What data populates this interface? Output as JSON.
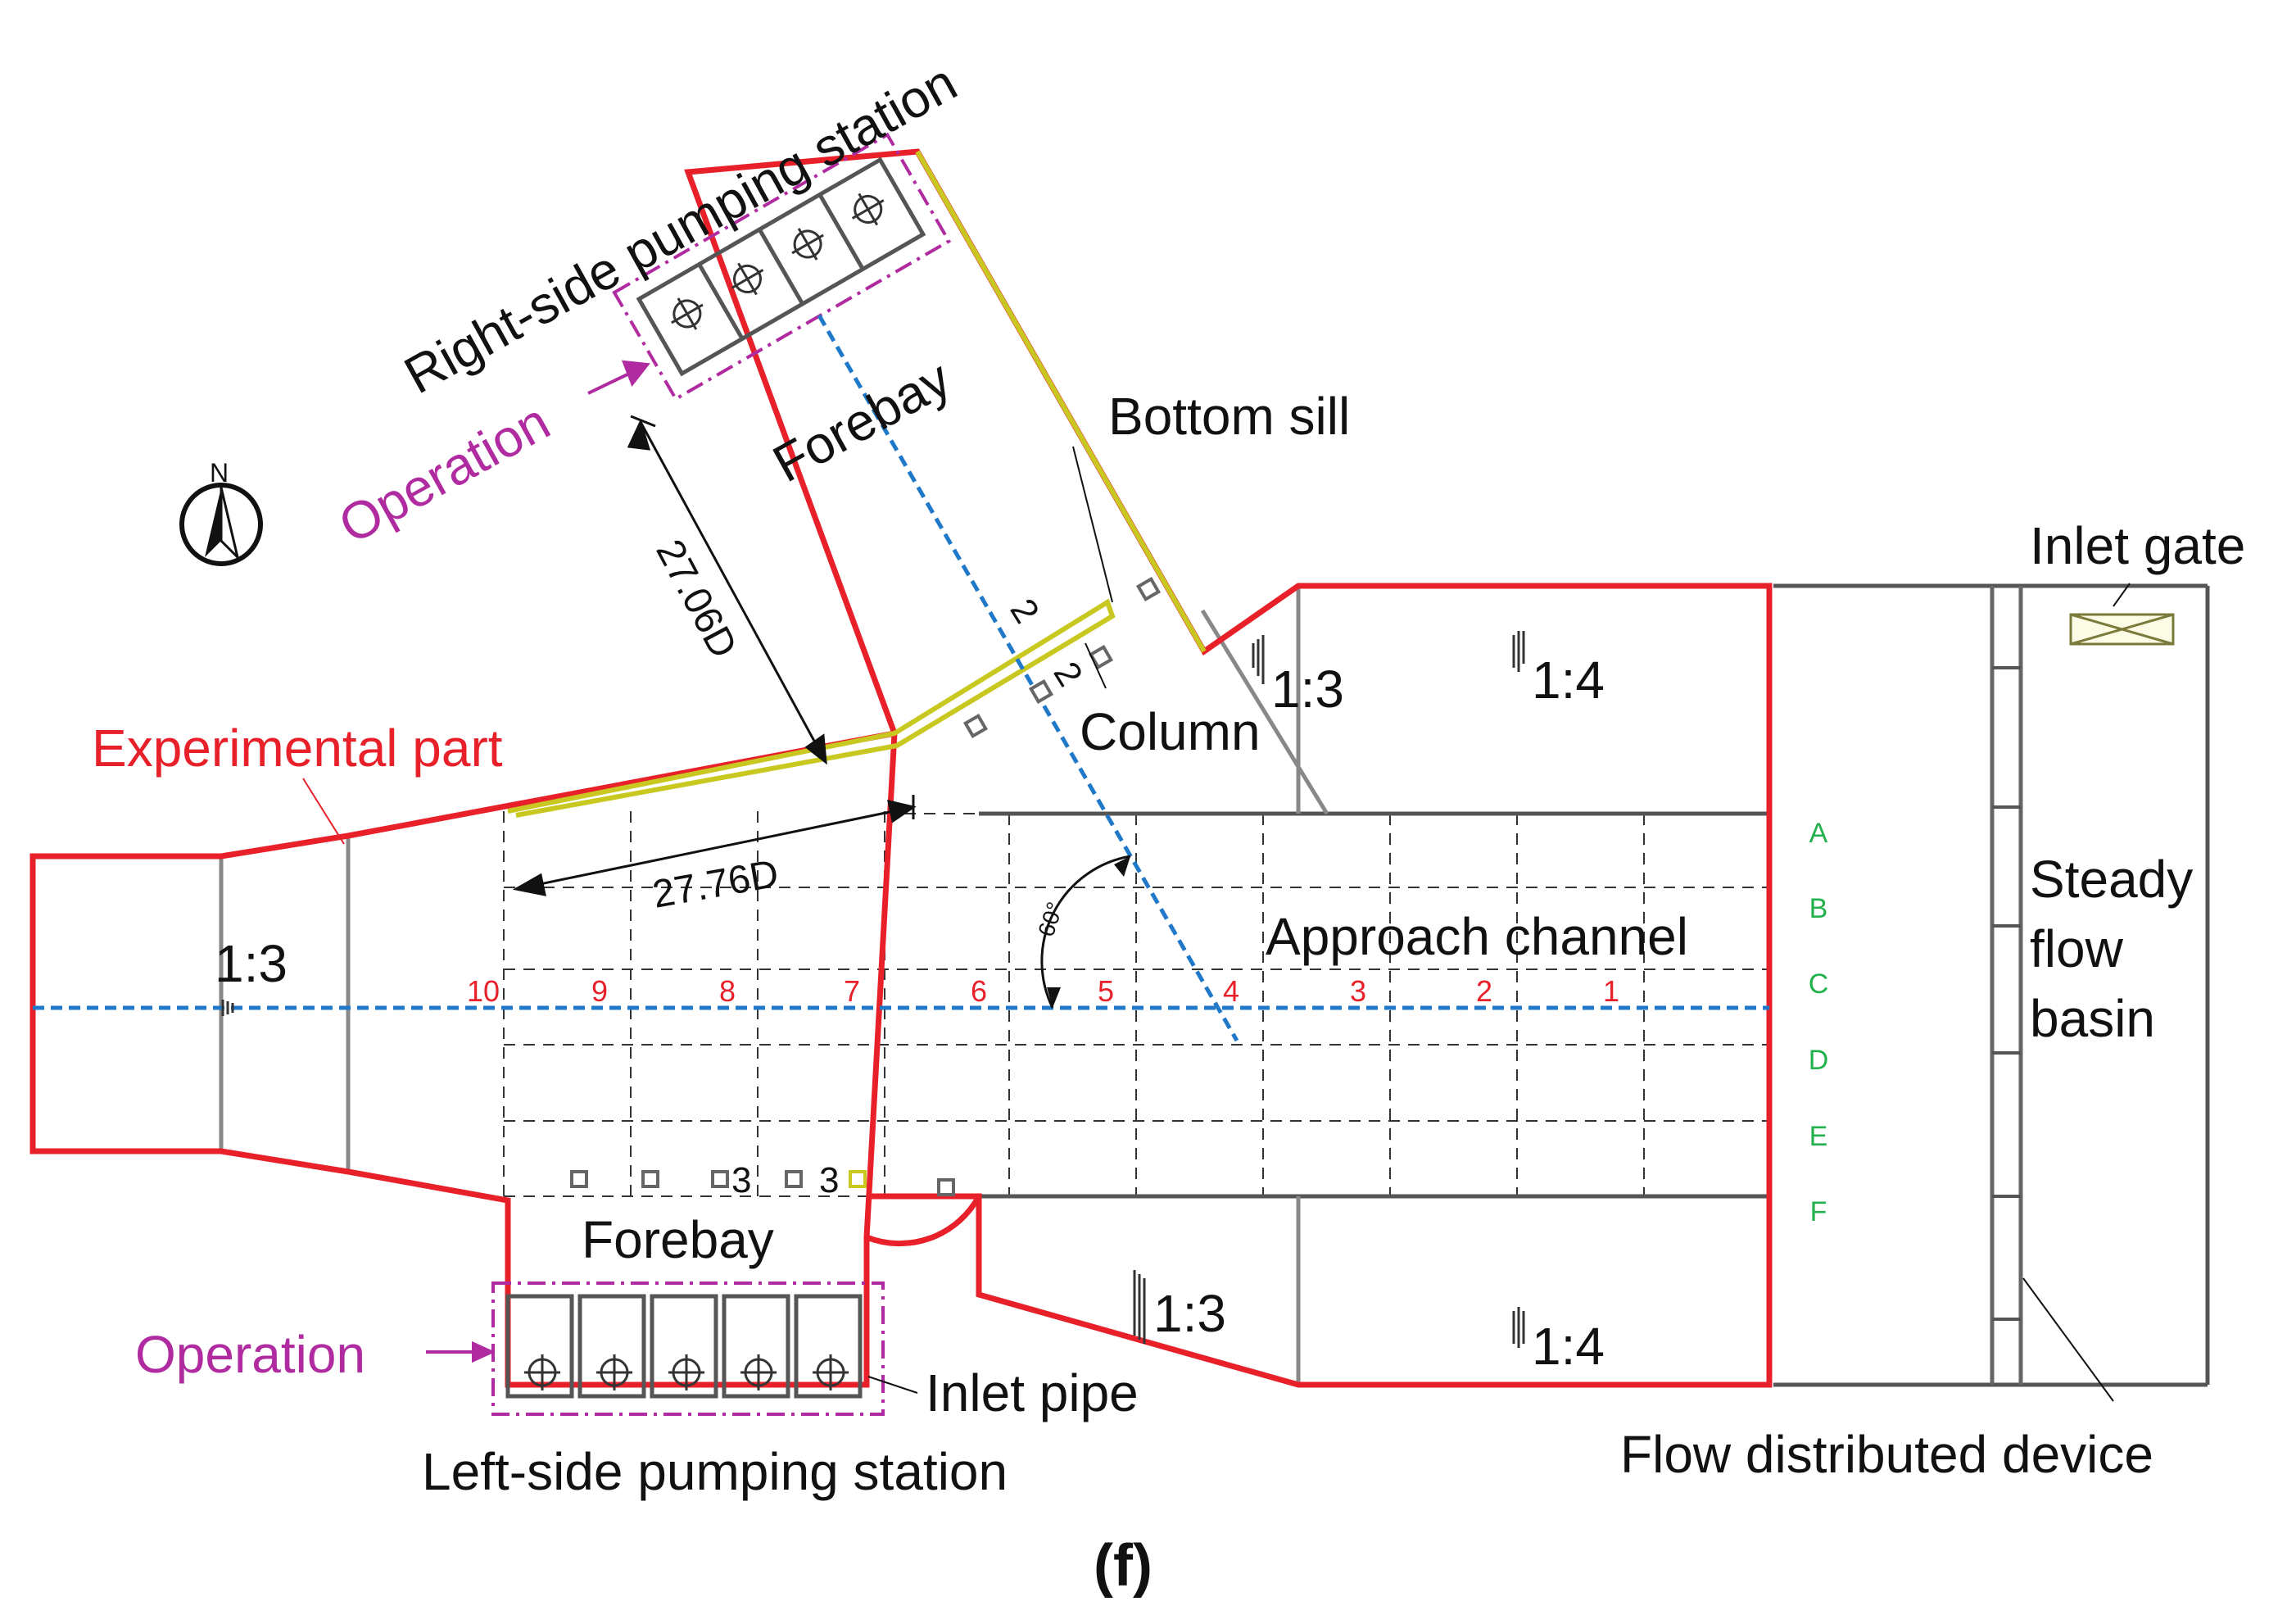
{
  "figure_label": "(f)",
  "labels": {
    "right_station": "Right-side pumping station",
    "left_station": "Left-side pumping station",
    "operation_top": "Operation",
    "operation_bottom": "Operation",
    "forebay_top": "Forebay",
    "forebay_bottom": "Forebay",
    "bottom_sill": "Bottom sill",
    "column": "Column",
    "experimental_part": "Experimental part",
    "approach_channel": "Approach channel",
    "inlet_gate": "Inlet gate",
    "steady_flow_basin": [
      "Steady",
      "flow",
      "basin"
    ],
    "inlet_pipe": "Inlet pipe",
    "flow_distributed_device": "Flow distributed device",
    "north": "N",
    "angle": "60°",
    "dim_1": "27.06D",
    "dim_2": "27.76D",
    "section_2a": "2",
    "section_2b": "2",
    "section_3a": "3",
    "section_3b": "3"
  },
  "slopes": {
    "left_entry": "1:3",
    "upper_1": "1:3",
    "upper_2": "1:4",
    "lower_1": "1:3",
    "lower_2": "1:4"
  },
  "section_numbers": [
    "10",
    "9",
    "8",
    "7",
    "6",
    "5",
    "4",
    "3",
    "2",
    "1"
  ],
  "row_letters": [
    "A",
    "B",
    "C",
    "D",
    "E",
    "F"
  ],
  "colors": {
    "experimental_boundary": "#e8202a",
    "sill": "#c8c820",
    "centerline": "#1f78c8",
    "operation_box": "#b02aa0",
    "row_letters": "#22b14c",
    "section_numbers": "#e8202a",
    "walls": "#555555"
  }
}
